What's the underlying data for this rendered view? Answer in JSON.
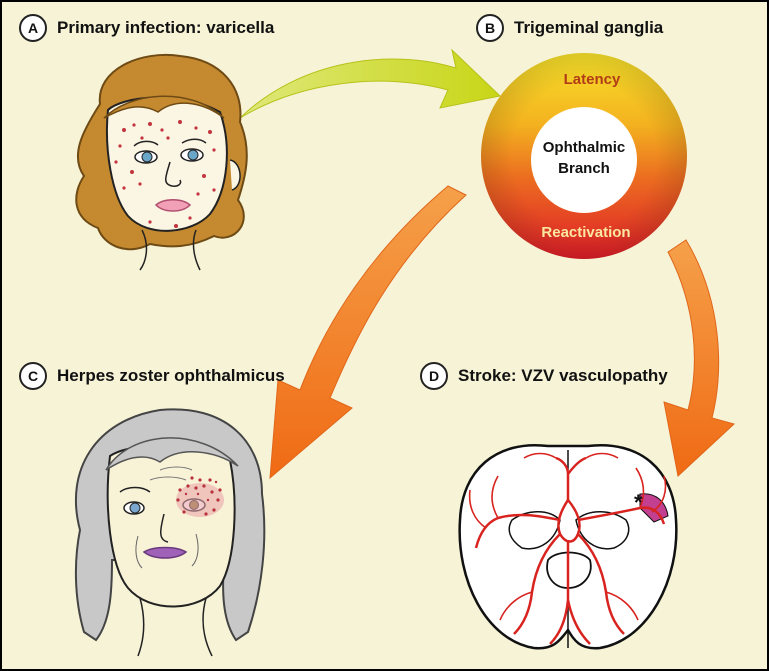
{
  "panels": {
    "a": {
      "letter": "A",
      "title": "Primary infection: varicella"
    },
    "b": {
      "letter": "B",
      "title": "Trigeminal ganglia"
    },
    "c": {
      "letter": "C",
      "title": "Herpes zoster ophthalmicus"
    },
    "d": {
      "letter": "D",
      "title": "Stroke: VZV vasculopathy"
    }
  },
  "ganglion": {
    "latency": "Latency",
    "center_line1": "Ophthalmic",
    "center_line2": "Branch",
    "reactivation": "Reactivation"
  },
  "brain": {
    "marker": "*"
  },
  "colors": {
    "background": "#f6f3d6",
    "arrow_green": "#c9d81a",
    "arrow_orange": "#f07a1e",
    "ring_top": "#f4d41c",
    "ring_bottom": "#e0202a",
    "vessel_red": "#d8231f",
    "lesion_magenta": "#c2408f"
  }
}
